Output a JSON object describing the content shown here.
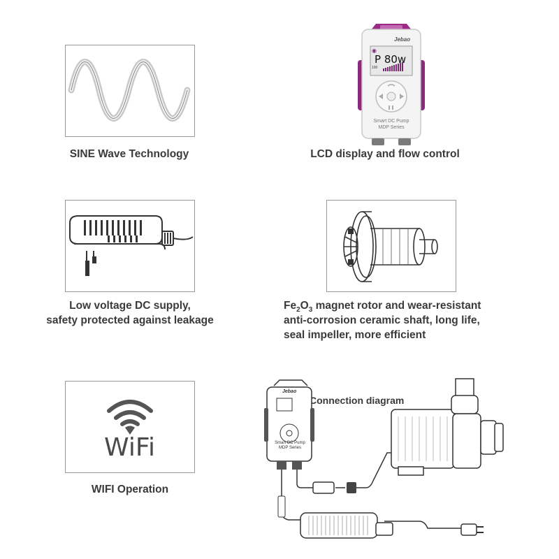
{
  "features": {
    "sine": {
      "caption": "SINE  Wave  Technology"
    },
    "lcd": {
      "caption": "LCD display and flow control",
      "brand": "Jebao",
      "screen_text": "P 80w",
      "screen_small": "100",
      "label_line1": "Smart DC Pump",
      "label_line2": "MDP Series"
    },
    "power": {
      "caption_line1": "Low voltage DC supply,",
      "caption_line2": "safety protected against leakage"
    },
    "rotor": {
      "caption_line1_pre": "Fe",
      "caption_line1_sub1": "2",
      "caption_line1_mid": "O",
      "caption_line1_sub2": "3",
      "caption_line1_post": " magnet rotor and wear-resistant",
      "caption_line2": "anti-corrosion ceramic shaft, long life,",
      "caption_line3": "seal impeller, more efficient"
    },
    "wifi": {
      "caption": "WIFI  Operation",
      "logo_text": "WiFi"
    },
    "connection": {
      "title": "Connection diagram",
      "brand": "Jebao",
      "label_line1": "Smart DC Pump",
      "label_line2": "MDP Series"
    }
  },
  "colors": {
    "frame": "#9a9a9a",
    "caption": "#3a3a3a",
    "accent_purple": "#8a2a7a"
  }
}
